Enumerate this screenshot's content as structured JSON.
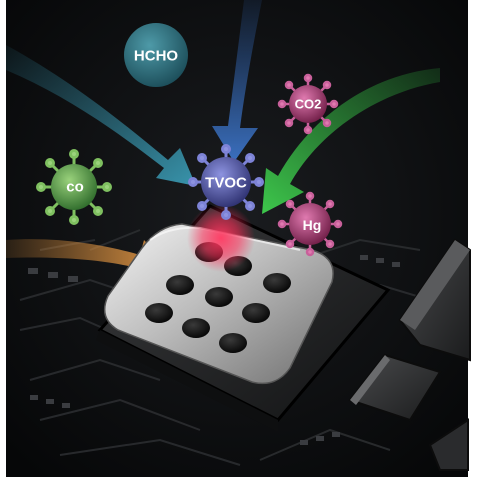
{
  "labels": {
    "hcho": "HCHO",
    "co2": "CO2",
    "co": "co",
    "tvoc": "TVOC",
    "hg": "Hg"
  },
  "colors": {
    "background": "#0a0b0c",
    "arrow_teal": "#2f7f95",
    "arrow_blue": "#2d5ea8",
    "arrow_green": "#2fae3d",
    "arrow_orange": "#d38a3a",
    "virus_green": "#3f8a3c",
    "virus_purple": "#4b4f9a",
    "virus_magenta": "#a8336f",
    "hcho_ball": "#2f7080",
    "sensor_glow": "#ff2a55"
  },
  "sensor": {
    "hole_count": 9
  }
}
